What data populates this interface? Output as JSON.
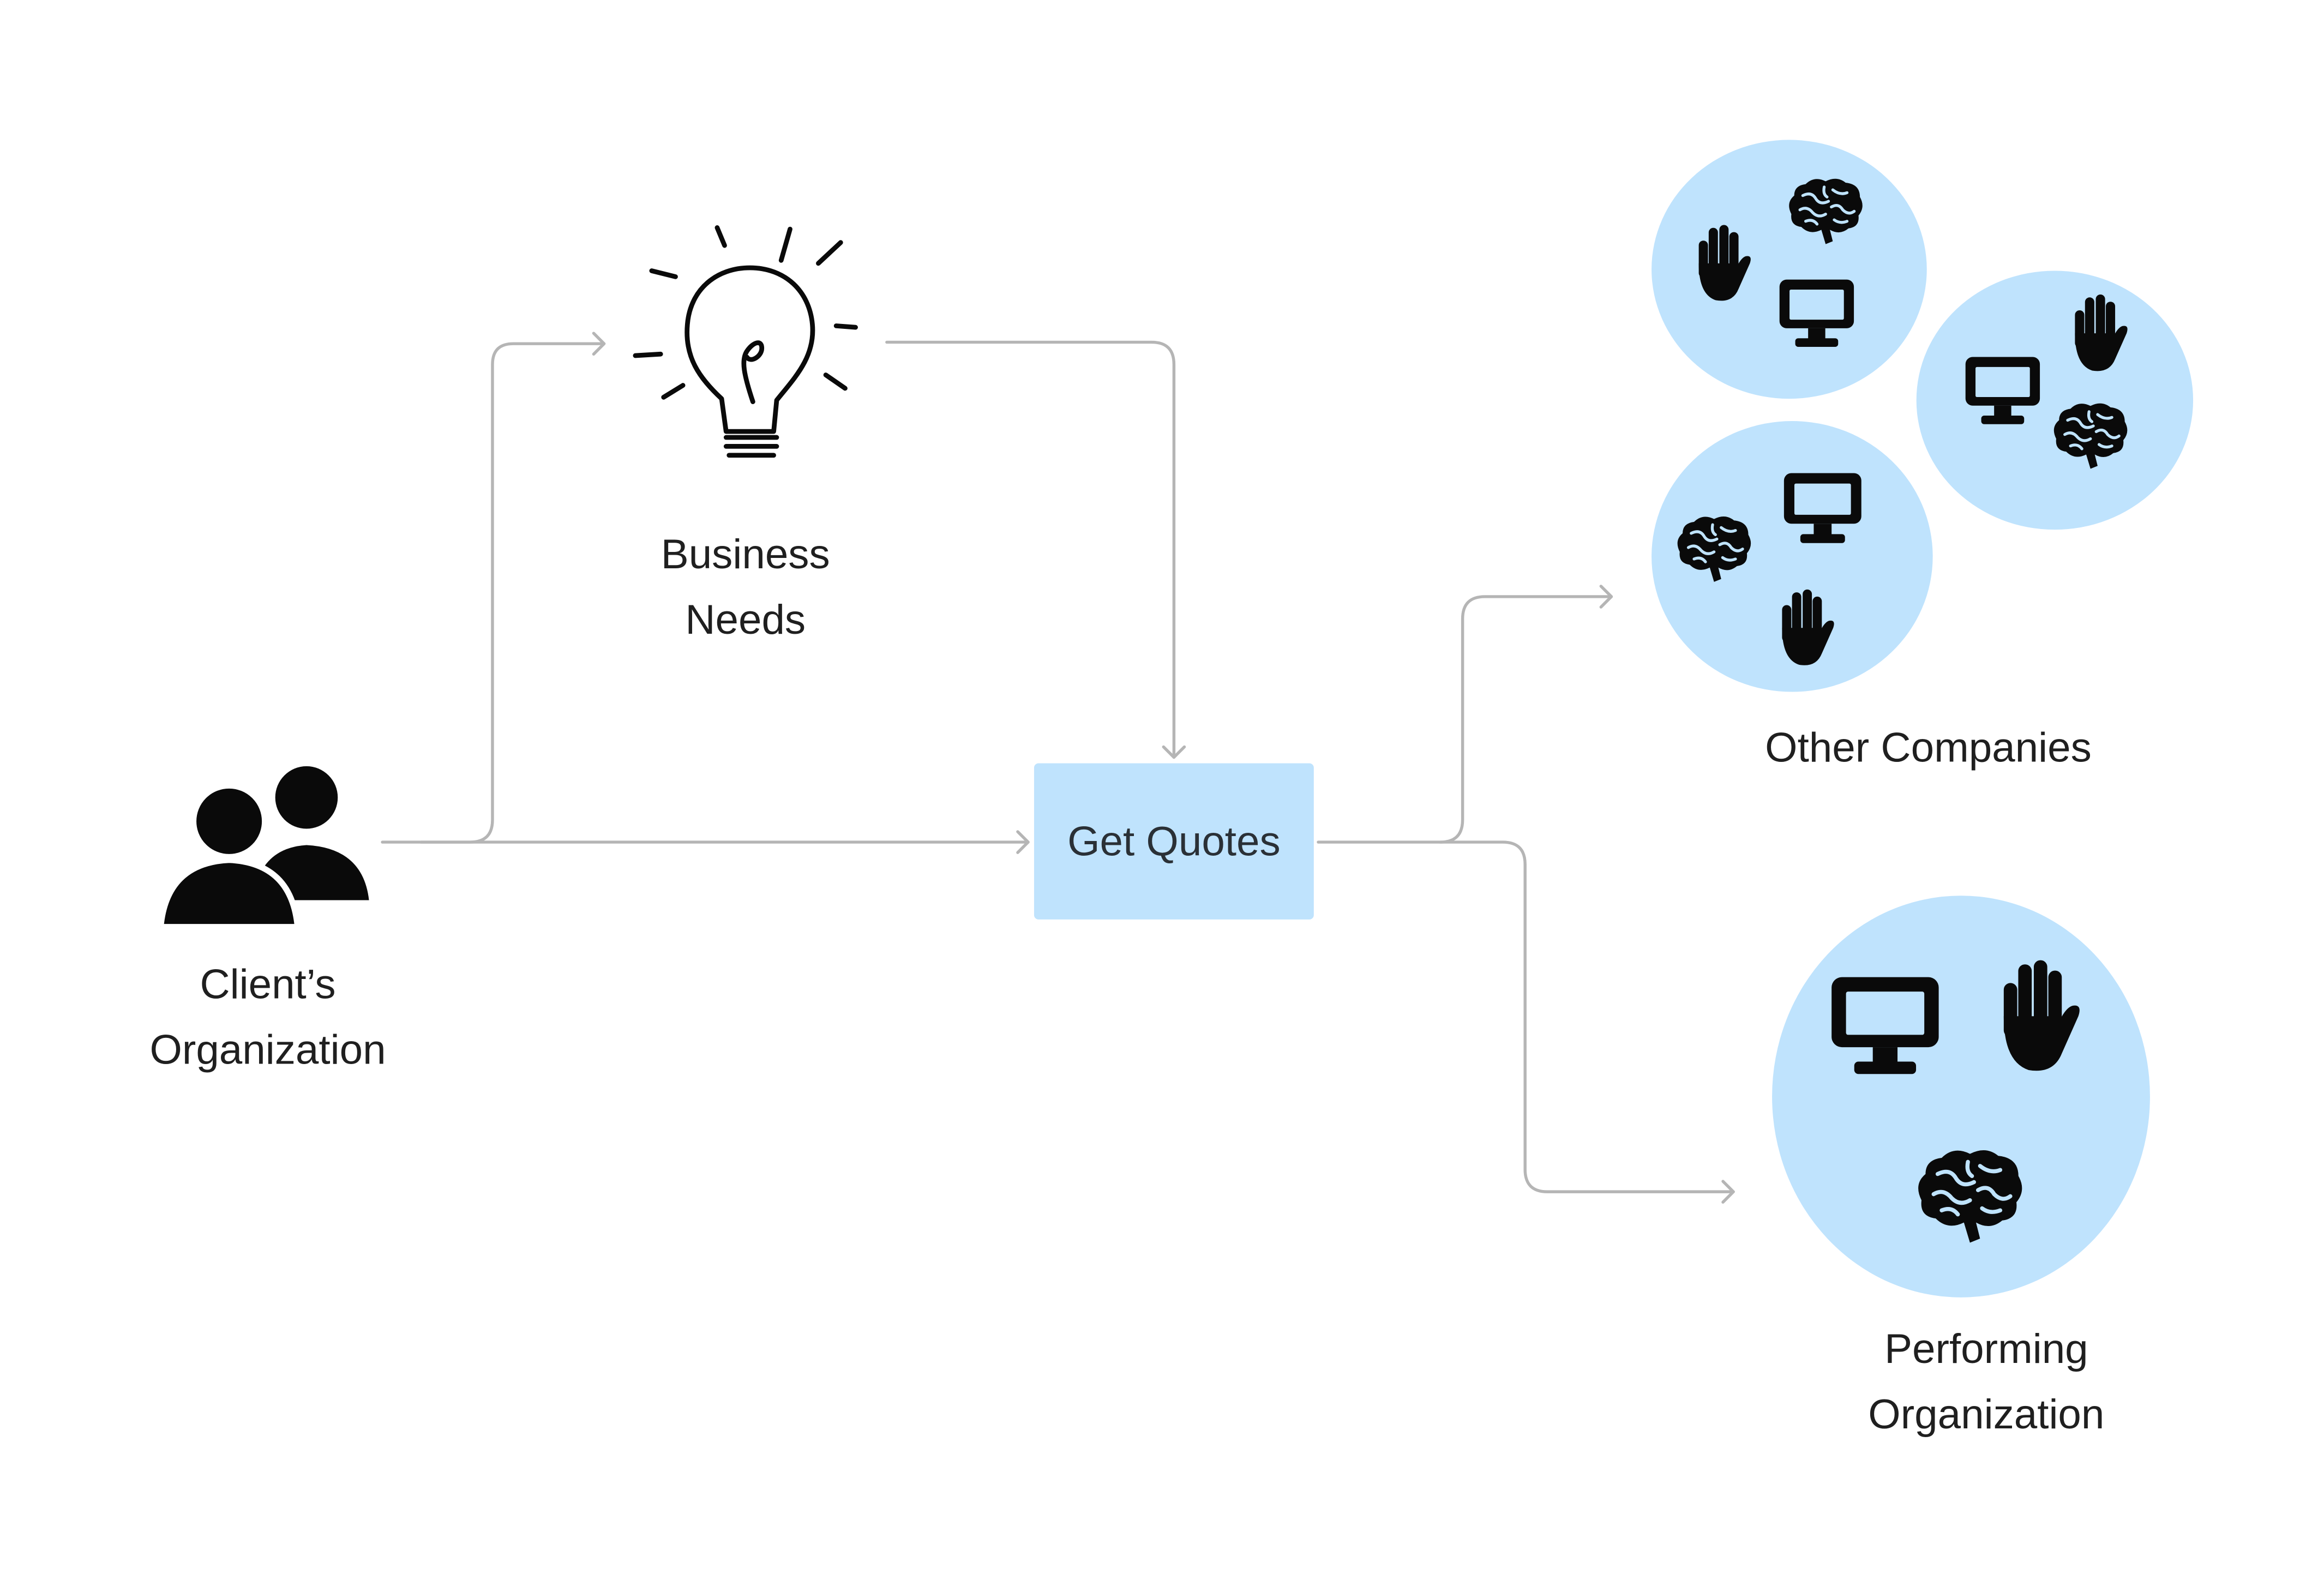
{
  "nodes": {
    "client": {
      "line1": "Client’s",
      "line2": "Organization",
      "icon": "users-icon"
    },
    "needs": {
      "line1": "Business",
      "line2": "Needs",
      "icon": "lightbulb-icon"
    },
    "quotes": {
      "label": "Get Quotes"
    },
    "other": {
      "label": "Other Companies"
    },
    "performing": {
      "line1": "Performing",
      "line2": "Organization"
    }
  },
  "colors": {
    "accent": "#bfe3fd",
    "connector": "#b5b5b5",
    "ink": "#0a0a0a"
  },
  "cluster_icons": [
    "monitor-icon",
    "hand-icon",
    "brain-icon"
  ]
}
